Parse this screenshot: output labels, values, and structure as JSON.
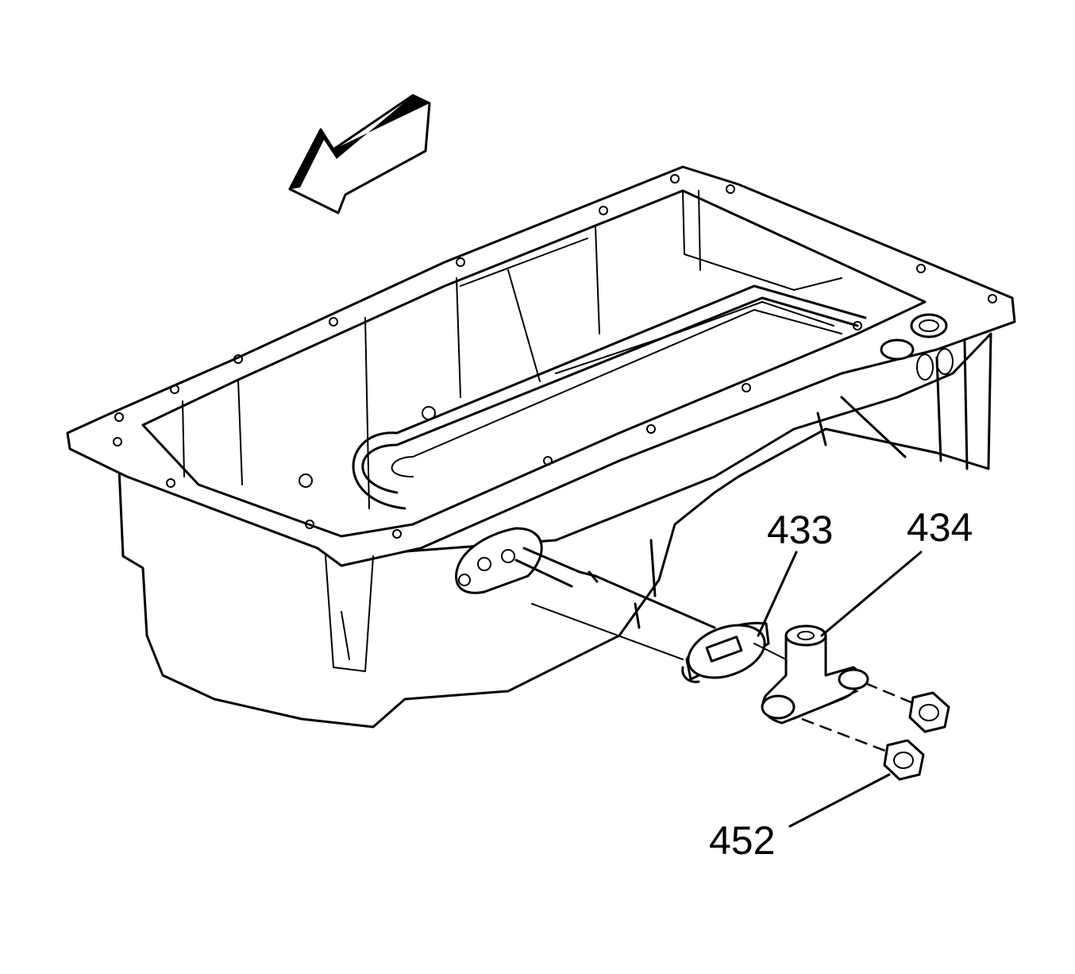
{
  "callouts": {
    "part_433": "433",
    "part_434": "434",
    "part_452": "452"
  },
  "colors": {
    "line": "#000000",
    "background": "#ffffff"
  },
  "icons": [
    "direction-arrow-icon"
  ]
}
